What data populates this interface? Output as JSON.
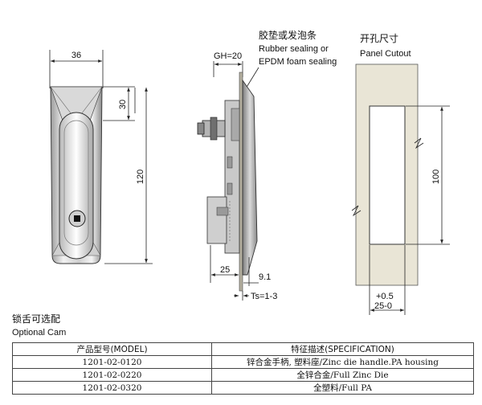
{
  "front_view": {
    "width_dim": "36",
    "height_dim": "120",
    "top_dim": "30"
  },
  "side_view": {
    "gh_dim": "GH=20",
    "bottom_dim": "25",
    "offset_dim": "9.1",
    "ts_dim": "Ts=1-3",
    "seal_label_cn": "胶垫或发泡条",
    "seal_label_en_1": "Rubber sealing or",
    "seal_label_en_2": "EPDM foam sealing"
  },
  "panel_cutout": {
    "title_cn": "开孔尺寸",
    "title_en": "Panel Cutout",
    "height_dim": "100",
    "tol_top": "+0.5",
    "width_dim": "25-0"
  },
  "optional_cam": {
    "label_cn": "锁舌可选配",
    "label_en": "Optional Cam"
  },
  "spec_table": {
    "headers": [
      "产品型号(MODEL)",
      "特征描述(SPECIFICATION)"
    ],
    "rows": [
      {
        "model": "1201-02-0120",
        "spec": "锌合金手柄, 塑料座/Zinc die handle.PA housing"
      },
      {
        "model": "1201-02-0220",
        "spec": "全锌合金/Full Zinc Die"
      },
      {
        "model": "1201-02-0320",
        "spec": "全塑料/Full PA"
      }
    ]
  },
  "colors": {
    "panel_fill": "#e9e5d6",
    "metal_light": "#e4e4e4",
    "metal_dark": "#8a8a8a",
    "line": "#222222"
  }
}
